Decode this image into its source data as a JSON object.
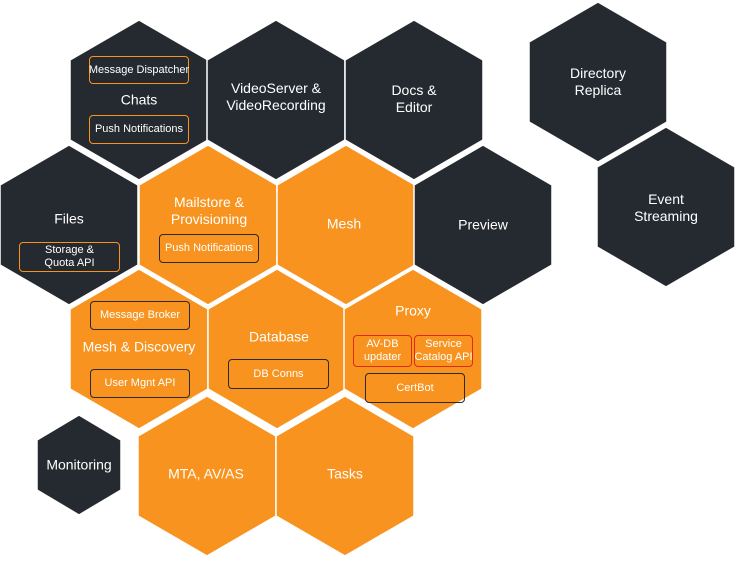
{
  "colors": {
    "dark": "#252a30",
    "orange": "#f7931e",
    "text": "#ffffff"
  },
  "hexes": {
    "chats": {
      "title": "Chats",
      "tags": [
        "Message Dispatcher",
        "Push Notifications"
      ]
    },
    "videoserver": {
      "title_1": "VideoServer &",
      "title_2": "VideoRecording"
    },
    "docs": {
      "title_1": "Docs &",
      "title_2": "Editor"
    },
    "directory": {
      "title_1": "Directory",
      "title_2": "Replica"
    },
    "event": {
      "title_1": "Event",
      "title_2": "Streaming"
    },
    "files": {
      "title": "Files",
      "tag_1": "Storage &",
      "tag_2": "Quota API"
    },
    "mailstore": {
      "title_1": "Mailstore &",
      "title_2": "Provisioning",
      "tag": "Push Notifications"
    },
    "mesh": {
      "title": "Mesh"
    },
    "preview": {
      "title": "Preview"
    },
    "mesh_discovery": {
      "title": "Mesh & Discovery",
      "tags": [
        "Message Broker",
        "User Mgnt API"
      ]
    },
    "database": {
      "title": "Database",
      "tag": "DB Conns"
    },
    "proxy": {
      "title": "Proxy",
      "tag_av_1": "AV-DB",
      "tag_av_2": "updater",
      "tag_svc_1": "Service",
      "tag_svc_2": "Catalog API",
      "tag_cert": "CertBot"
    },
    "monitoring": {
      "title": "Monitoring"
    },
    "mta": {
      "title": "MTA, AV/AS"
    },
    "tasks": {
      "title": "Tasks"
    }
  }
}
